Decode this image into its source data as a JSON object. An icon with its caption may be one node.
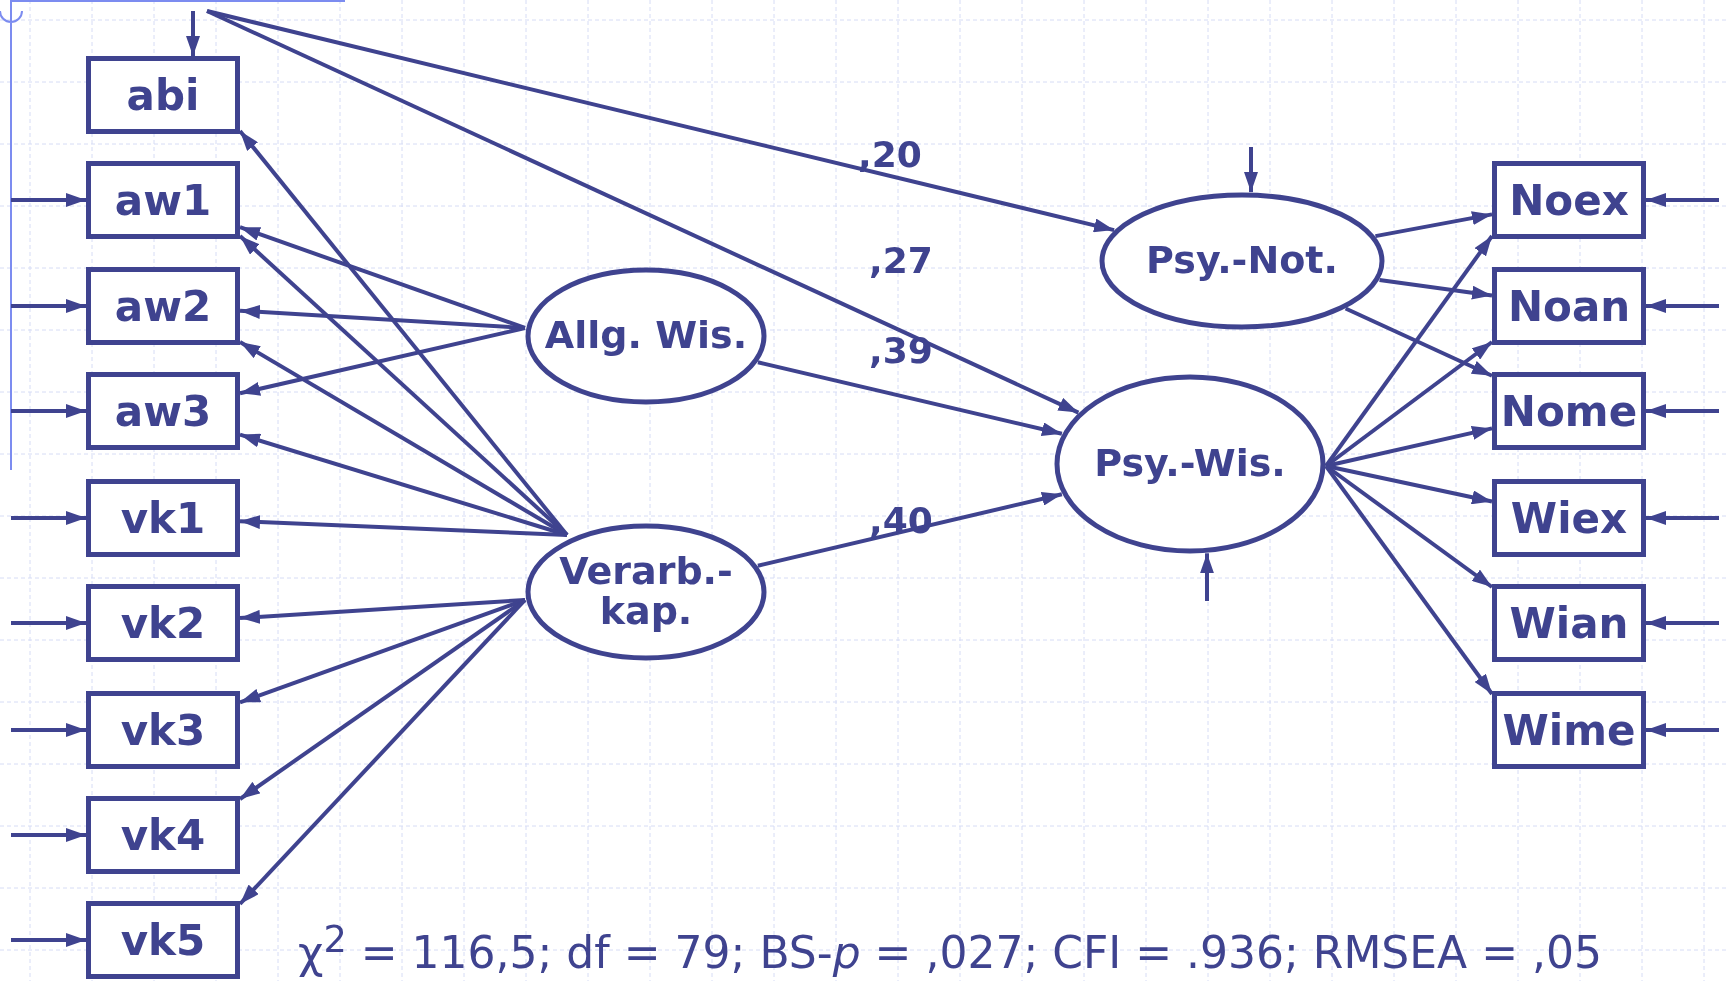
{
  "diagram": {
    "nodes": [
      {
        "text": [
          "abi"
        ]
      },
      {
        "text": [
          "aw1"
        ]
      },
      {
        "text": [
          "aw2"
        ]
      },
      {
        "text": [
          "aw3"
        ]
      },
      {
        "text": [
          "vk1"
        ]
      },
      {
        "text": [
          "vk2"
        ]
      },
      {
        "text": [
          "vk3"
        ]
      },
      {
        "text": [
          "vk4"
        ]
      },
      {
        "text": [
          "vk5"
        ]
      },
      {
        "text": [
          "Allg. Wis."
        ]
      },
      {
        "text": [
          "Verarb.-kap."
        ]
      },
      {
        "text": [
          "Psy.-Not."
        ]
      },
      {
        "text": [
          "Psy.-Wis."
        ]
      },
      {
        "text": [
          "Noex"
        ]
      },
      {
        "text": [
          "Noan"
        ]
      },
      {
        "text": [
          "Nome"
        ]
      },
      {
        "text": [
          "Wiex"
        ]
      },
      {
        "text": [
          "Wian"
        ]
      },
      {
        "text": [
          "Wime"
        ]
      }
    ],
    "edges": [
      {
        "from": null,
        "to": 0,
        "arrow": "to"
      },
      {
        "from": null,
        "to": 1,
        "arrow": "to"
      },
      {
        "from": null,
        "to": 2,
        "arrow": "to"
      },
      {
        "from": null,
        "to": 3,
        "arrow": "to"
      },
      {
        "from": null,
        "to": 4,
        "arrow": "to"
      },
      {
        "from": null,
        "to": 5,
        "arrow": "to"
      },
      {
        "from": null,
        "to": 6,
        "arrow": "to"
      },
      {
        "from": null,
        "to": 7,
        "arrow": "to"
      },
      {
        "from": null,
        "to": 8,
        "arrow": "to"
      },
      {
        "from": null,
        "to": 11,
        "arrow": "to"
      },
      {
        "from": null,
        "to": 12,
        "arrow": "to"
      },
      {
        "from": null,
        "to": 13,
        "arrow": "to"
      },
      {
        "from": null,
        "to": 14,
        "arrow": "to"
      },
      {
        "from": null,
        "to": 15,
        "arrow": "to"
      },
      {
        "from": null,
        "to": 16,
        "arrow": "to"
      },
      {
        "from": null,
        "to": 17,
        "arrow": "to"
      },
      {
        "from": null,
        "to": 18,
        "arrow": "to"
      },
      {
        "from": 9,
        "to": 1,
        "arrow": "to"
      },
      {
        "from": 9,
        "to": 2,
        "arrow": "to"
      },
      {
        "from": 9,
        "to": 3,
        "arrow": "to"
      },
      {
        "from": 10,
        "to": 0,
        "arrow": "to"
      },
      {
        "from": 10,
        "to": 1,
        "arrow": "to"
      },
      {
        "from": 10,
        "to": 2,
        "arrow": "to"
      },
      {
        "from": 10,
        "to": 3,
        "arrow": "to"
      },
      {
        "from": 10,
        "to": 4,
        "arrow": "to"
      },
      {
        "from": 10,
        "to": 5,
        "arrow": "to"
      },
      {
        "from": 10,
        "to": 6,
        "arrow": "to"
      },
      {
        "from": 10,
        "to": 7,
        "arrow": "to"
      },
      {
        "from": 10,
        "to": 8,
        "arrow": "to"
      },
      {
        "from": null,
        "to": 11,
        "arrow": "to",
        "label": ",20"
      },
      {
        "from": null,
        "to": 12,
        "arrow": "to",
        "label": ",27"
      },
      {
        "from": 9,
        "to": 12,
        "arrow": "to",
        "label": ",39"
      },
      {
        "from": 10,
        "to": 12,
        "arrow": "to",
        "label": ",40"
      },
      {
        "from": 11,
        "to": 13,
        "arrow": "to"
      },
      {
        "from": 11,
        "to": 14,
        "arrow": "to"
      },
      {
        "from": 11,
        "to": 15,
        "arrow": "to"
      },
      {
        "from": 12,
        "to": 13,
        "arrow": "to"
      },
      {
        "from": 12,
        "to": 14,
        "arrow": "to"
      },
      {
        "from": 12,
        "to": 15,
        "arrow": "to"
      },
      {
        "from": 12,
        "to": 16,
        "arrow": "to"
      },
      {
        "from": 12,
        "to": 17,
        "arrow": "to"
      },
      {
        "from": 12,
        "to": 18,
        "arrow": "to"
      }
    ],
    "labels": [
      "χ$^{2}$ = 116,5; df = 79; BS-*p* = ,027; CFI = .936; RMSEA = ,05"
    ]
  }
}
